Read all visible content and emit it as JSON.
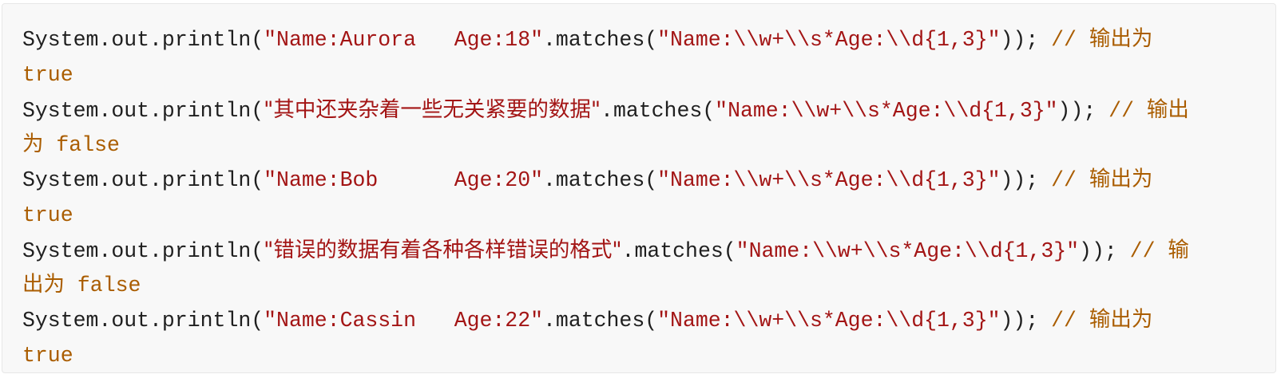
{
  "code_block": {
    "language": "java",
    "colors": {
      "background": "#f8f8f8",
      "border": "#e7e7e7",
      "plain": "#1f1f1f",
      "string": "#a31515",
      "comment": "#aa5d00"
    },
    "statements": [
      {
        "prefix": "System.out.println(",
        "input_string": "\"Name:Aurora   Age:18\"",
        "method": ".matches(",
        "regex_string": "\"Name:\\\\w+\\\\s*Age:\\\\d{1,3}\"",
        "suffix": "));",
        "comment_head": " // 输出为",
        "comment_tail": "true"
      },
      {
        "prefix": "System.out.println(",
        "input_string": "\"其中还夹杂着一些无关紧要的数据\"",
        "method": ".matches(",
        "regex_string": "\"Name:\\\\w+\\\\s*Age:\\\\d{1,3}\"",
        "suffix": "));",
        "comment_head": " // 输出",
        "comment_tail": "为 false"
      },
      {
        "prefix": "System.out.println(",
        "input_string": "\"Name:Bob      Age:20\"",
        "method": ".matches(",
        "regex_string": "\"Name:\\\\w+\\\\s*Age:\\\\d{1,3}\"",
        "suffix": "));",
        "comment_head": " // 输出为",
        "comment_tail": "true"
      },
      {
        "prefix": "System.out.println(",
        "input_string": "\"错误的数据有着各种各样错误的格式\"",
        "method": ".matches(",
        "regex_string": "\"Name:\\\\w+\\\\s*Age:\\\\d{1,3}\"",
        "suffix": "));",
        "comment_head": " // 输",
        "comment_tail": "出为 false"
      },
      {
        "prefix": "System.out.println(",
        "input_string": "\"Name:Cassin   Age:22\"",
        "method": ".matches(",
        "regex_string": "\"Name:\\\\w+\\\\s*Age:\\\\d{1,3}\"",
        "suffix": "));",
        "comment_head": " // 输出为",
        "comment_tail": "true"
      }
    ]
  }
}
